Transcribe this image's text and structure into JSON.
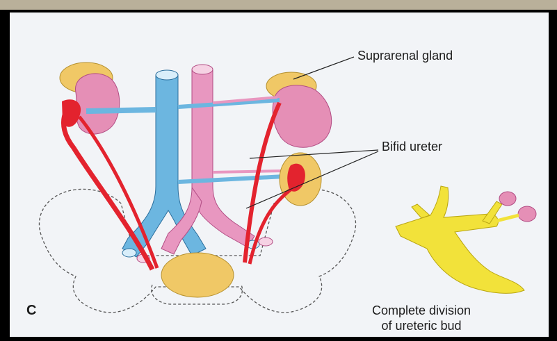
{
  "labels": {
    "suprarenal_gland": "Suprarenal gland",
    "bifid_ureter": "Bifid ureter",
    "complete_division_line1": "Complete division",
    "complete_division_line2": "of ureteric bud",
    "panel_letter": "C"
  },
  "colors": {
    "background": "#f2f4f7",
    "frame": "#000000",
    "kidney": "#e58fb6",
    "suprarenal": "#f0c866",
    "ivc": "#6cb6e0",
    "aorta": "#e897c0",
    "ureter": "#e3232e",
    "bladder": "#f0c866",
    "ureteric_bud": "#f2e23a",
    "pelvis_outline": "#555555",
    "leader_line": "#222222"
  }
}
